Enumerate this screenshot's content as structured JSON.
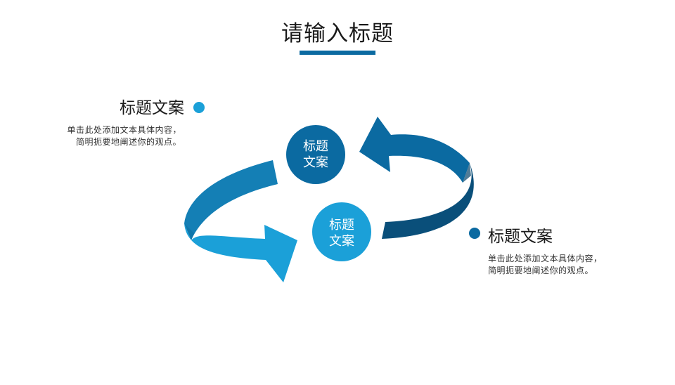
{
  "slide": {
    "title": "请输入标题"
  },
  "cycle": {
    "nodes": [
      {
        "label_line1": "标题",
        "label_line2": "文案",
        "color": "#0b6aa1"
      },
      {
        "label_line1": "标题",
        "label_line2": "文案",
        "color": "#1ba0d8"
      }
    ],
    "arrow_colors": {
      "left_light": "#1ba0d8",
      "left_dark": "#147fb5",
      "right_light": "#0b6aa1",
      "right_dark": "#0a4f7a"
    }
  },
  "blocks": {
    "left": {
      "title": "标题文案",
      "desc_line1": "单击此处添加文本具体内容，",
      "desc_line2": "简明扼要地阐述你的观点。",
      "dot_color": "#1ba0d8"
    },
    "right": {
      "title": "标题文案",
      "desc_line1": "单击此处添加文本具体内容，",
      "desc_line2": "简明扼要地阐述你的观点。",
      "dot_color": "#0b6aa1"
    }
  }
}
